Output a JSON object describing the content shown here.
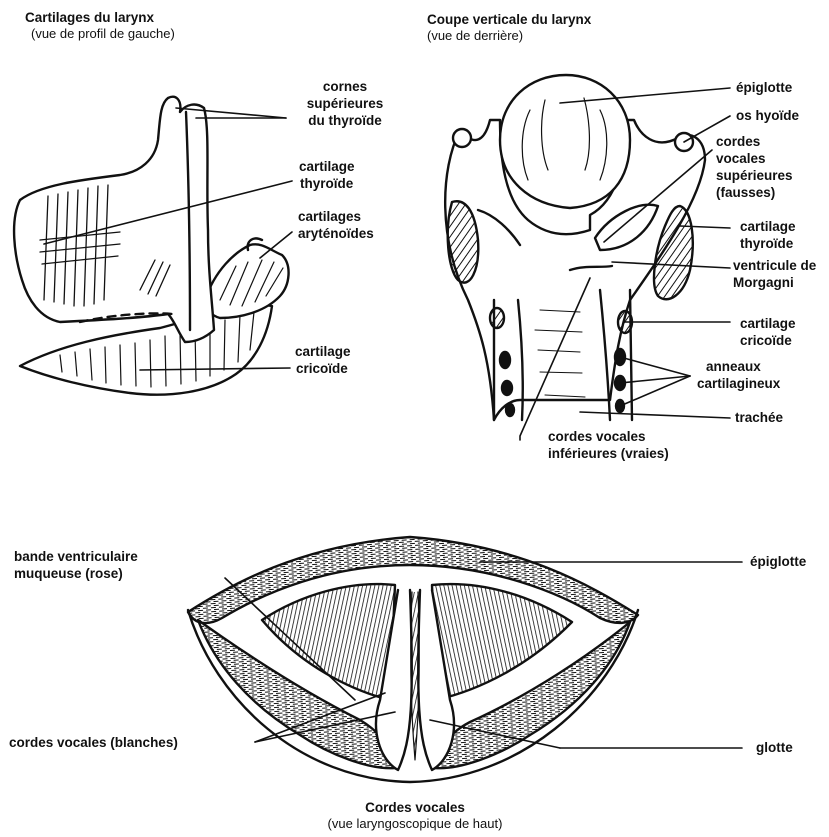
{
  "panel_a": {
    "title": "Cartilages du larynx",
    "subtitle": "(vue de profil de gauche)",
    "labels": {
      "cornes_1": "cornes",
      "cornes_2": "supérieures",
      "cornes_3": "du thyroïde",
      "thyroide_1": "cartilage",
      "thyroide_2": "thyroïde",
      "aryt_1": "cartilages",
      "aryt_2": "aryténoïdes",
      "cricoide_1": "cartilage",
      "cricoide_2": "cricoïde"
    }
  },
  "panel_b": {
    "title": "Coupe verticale du larynx",
    "subtitle": "(vue de derrière)",
    "labels": {
      "epiglotte": "épiglotte",
      "hyoide": "os hyoïde",
      "sup_1": "cordes",
      "sup_2": "vocales",
      "sup_3": "supérieures",
      "sup_4": "(fausses)",
      "thyroide_1": "cartilage",
      "thyroide_2": "thyroïde",
      "ventricule_1": "ventricule de",
      "ventricule_2": "Morgagni",
      "cricoide_1": "cartilage",
      "cricoide_2": "cricoïde",
      "anneaux_1": "anneaux",
      "anneaux_2": "cartilagineux",
      "trachee": "trachée",
      "inf_1": "cordes vocales",
      "inf_2": "inférieures (vraies)"
    }
  },
  "panel_c": {
    "title": "Cordes vocales",
    "subtitle": "(vue laryngoscopique de haut)",
    "labels": {
      "bande_1": "bande ventriculaire",
      "bande_2": "muqueuse (rose)",
      "epiglotte": "épiglotte",
      "cordes": "cordes vocales (blanches)",
      "glotte": "glotte"
    }
  }
}
